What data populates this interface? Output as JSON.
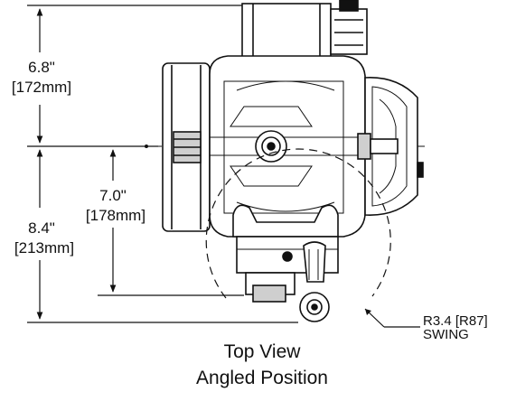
{
  "dimensions": {
    "top_height": {
      "value": "6.8\"",
      "metric": "[172mm]"
    },
    "center_to_bracket": {
      "value": "7.0\"",
      "metric": "[178mm]"
    },
    "bottom_height": {
      "value": "8.4\"",
      "metric": "[213mm]"
    }
  },
  "swing_callout": {
    "line1": "R3.4 [R87]",
    "line2": "SWING"
  },
  "caption": {
    "line1": "Top View",
    "line2": "Angled Position"
  },
  "colors": {
    "line": "#111111",
    "body_fill": "#ffffff",
    "shade": "#cfcfcf"
  }
}
